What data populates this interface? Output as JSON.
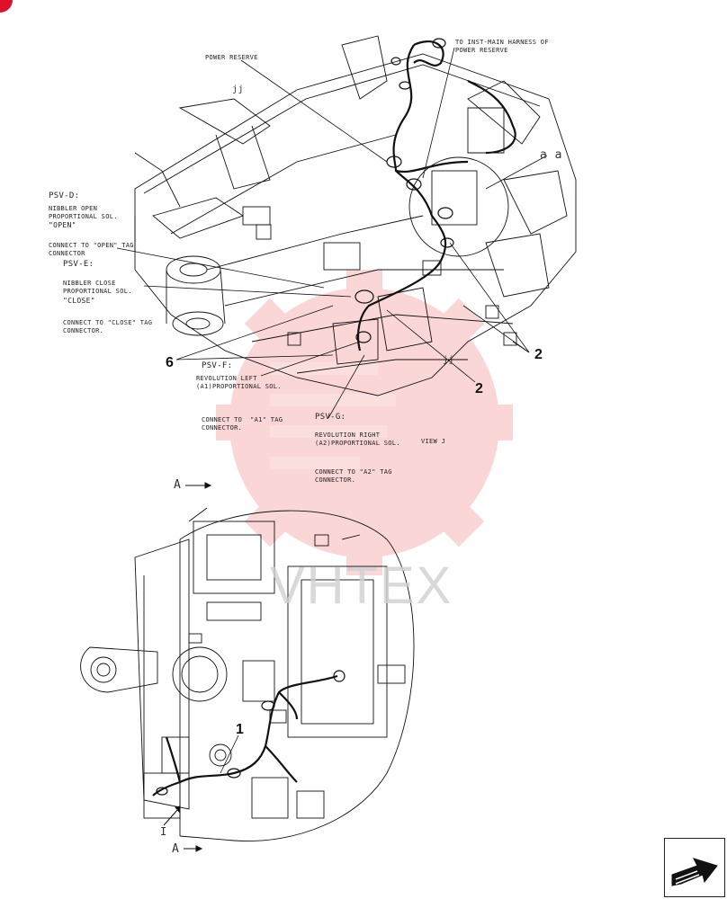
{
  "callouts": {
    "power_reserve": "POWER RESERVE",
    "to_inst_main_1": "TO INST-MAIN HARNESS OF",
    "to_inst_main_2": "POWER RESERVE",
    "aa": "a a",
    "jj_top": "jj",
    "jj_mid": "jj",
    "psv_d": "PSV-D:",
    "psv_d_desc1": "NIBBLER OPEN",
    "psv_d_desc2": "PROPORTIONAL SOL.",
    "psv_d_desc3": "\"OPEN\"",
    "psv_d_connect1": "CONNECT TO \"OPEN\" TAG",
    "psv_d_connect2": "CONNECTOR",
    "psv_e": "PSV-E:",
    "psv_e_desc1": "NIBBLER CLOSE",
    "psv_e_desc2": "PROPORTIONAL SOL.",
    "psv_e_desc3": "\"CLOSE\"",
    "psv_e_connect1": "CONNECT TO \"CLOSE\" TAG",
    "psv_e_connect2": "CONNECTOR.",
    "psv_f": "PSV-F:",
    "psv_f_desc1": "REVOLUTION LEFT",
    "psv_f_desc2": "(A1)PROPORTIONAL SOL.",
    "psv_f_connect1": "CONNECT TO  \"A1\" TAG",
    "psv_f_connect2": "CONNECTOR.",
    "psv_g": "PSV-G:",
    "psv_g_desc1": "REVOLUTION RIGHT",
    "psv_g_desc2": "(A2)PROPORTIONAL SOL.",
    "view": "VIEW J",
    "psv_g_connect1": "CONNECT TO \"A2\" TAG",
    "psv_g_connect2": "CONNECTOR.",
    "section_a_top": "A",
    "section_a_bottom": "A",
    "view_mark": "I"
  },
  "item_numbers": {
    "n6": "6",
    "n2_right": "2",
    "n2_lower": "2",
    "n1": "1"
  },
  "watermark": {
    "text": "VHTEX",
    "color": "#e8202a"
  },
  "nav": {
    "icon": "next-page-arrow-icon"
  },
  "colors": {
    "line": "#111111",
    "watermark_red": "#e8202a",
    "corner_badge": "#e0102a"
  }
}
